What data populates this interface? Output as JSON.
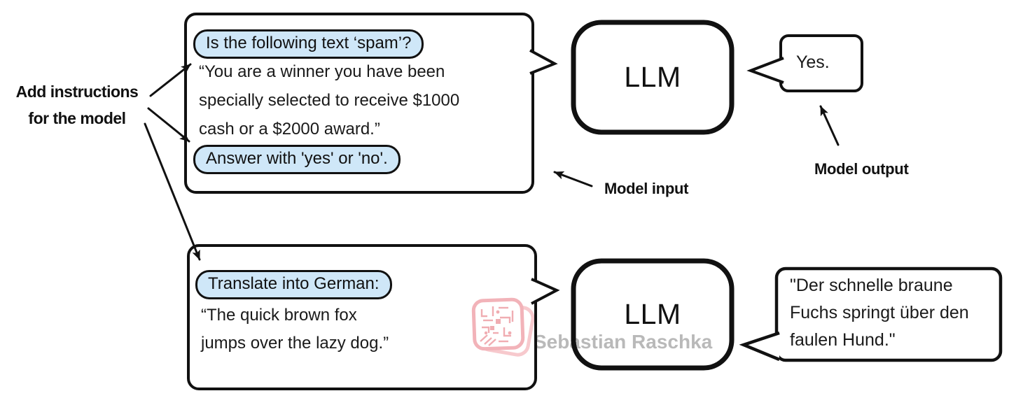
{
  "annotations": {
    "add_instructions_line1": "Add instructions",
    "add_instructions_line2": "for the model",
    "model_input": "Model input",
    "model_output": "Model output"
  },
  "example_spam": {
    "instruction_top": "Is the following text ‘spam’?",
    "body_lines": [
      "“You are a winner you have been",
      "specially selected to receive $1000",
      "cash or a $2000 award.”"
    ],
    "instruction_bottom": "Answer with 'yes' or 'no'.",
    "llm_label": "LLM",
    "output": "Yes."
  },
  "example_translation": {
    "instruction": "Translate into German:",
    "body_lines": [
      "“The quick brown fox",
      "jumps over the lazy dog.”"
    ],
    "llm_label": "LLM",
    "output_lines": [
      "\"Der schnelle braune",
      "Fuchs springt über den",
      "faulen Hund.\""
    ]
  },
  "watermark": {
    "author": "Sebastian Raschka"
  },
  "colors": {
    "highlight_blue": "#cfe7f8",
    "stroke_black": "#111111",
    "watermark_gray": "#b9b9b9",
    "watermark_pink": "#f2b3b9",
    "background": "#ffffff"
  }
}
